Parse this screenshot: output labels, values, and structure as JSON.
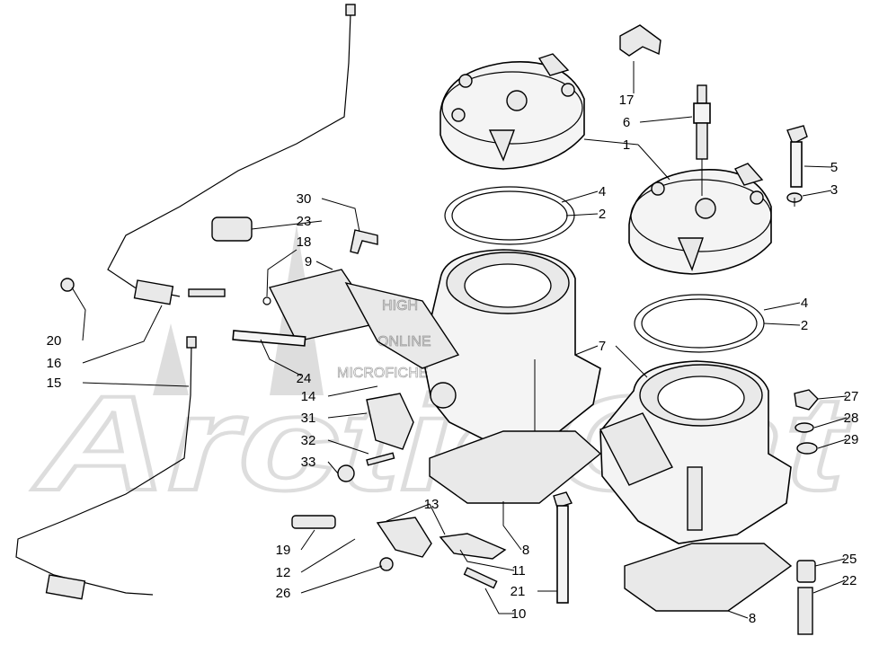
{
  "watermark": {
    "brand": "Arctic Cat",
    "stamp": [
      "HIGH",
      "ONLINE",
      "MICROFICHE"
    ]
  },
  "callouts": [
    {
      "id": "17",
      "text": "17"
    },
    {
      "id": "6",
      "text": "6"
    },
    {
      "id": "1",
      "text": "1"
    },
    {
      "id": "5",
      "text": "5"
    },
    {
      "id": "3",
      "text": "3"
    },
    {
      "id": "4a",
      "text": "4"
    },
    {
      "id": "2a",
      "text": "2"
    },
    {
      "id": "30",
      "text": "30"
    },
    {
      "id": "23",
      "text": "23"
    },
    {
      "id": "18",
      "text": "18"
    },
    {
      "id": "9",
      "text": "9"
    },
    {
      "id": "4b",
      "text": "4"
    },
    {
      "id": "2b",
      "text": "2"
    },
    {
      "id": "7",
      "text": "7"
    },
    {
      "id": "20",
      "text": "20"
    },
    {
      "id": "16",
      "text": "16"
    },
    {
      "id": "24",
      "text": "24"
    },
    {
      "id": "15",
      "text": "15"
    },
    {
      "id": "14",
      "text": "14"
    },
    {
      "id": "31",
      "text": "31"
    },
    {
      "id": "27",
      "text": "27"
    },
    {
      "id": "28",
      "text": "28"
    },
    {
      "id": "29",
      "text": "29"
    },
    {
      "id": "32",
      "text": "32"
    },
    {
      "id": "33",
      "text": "33"
    },
    {
      "id": "13",
      "text": "13"
    },
    {
      "id": "19",
      "text": "19"
    },
    {
      "id": "8a",
      "text": "8"
    },
    {
      "id": "12",
      "text": "12"
    },
    {
      "id": "11",
      "text": "11"
    },
    {
      "id": "25",
      "text": "25"
    },
    {
      "id": "26",
      "text": "26"
    },
    {
      "id": "21",
      "text": "21"
    },
    {
      "id": "22",
      "text": "22"
    },
    {
      "id": "10",
      "text": "10"
    },
    {
      "id": "8b",
      "text": "8"
    }
  ]
}
